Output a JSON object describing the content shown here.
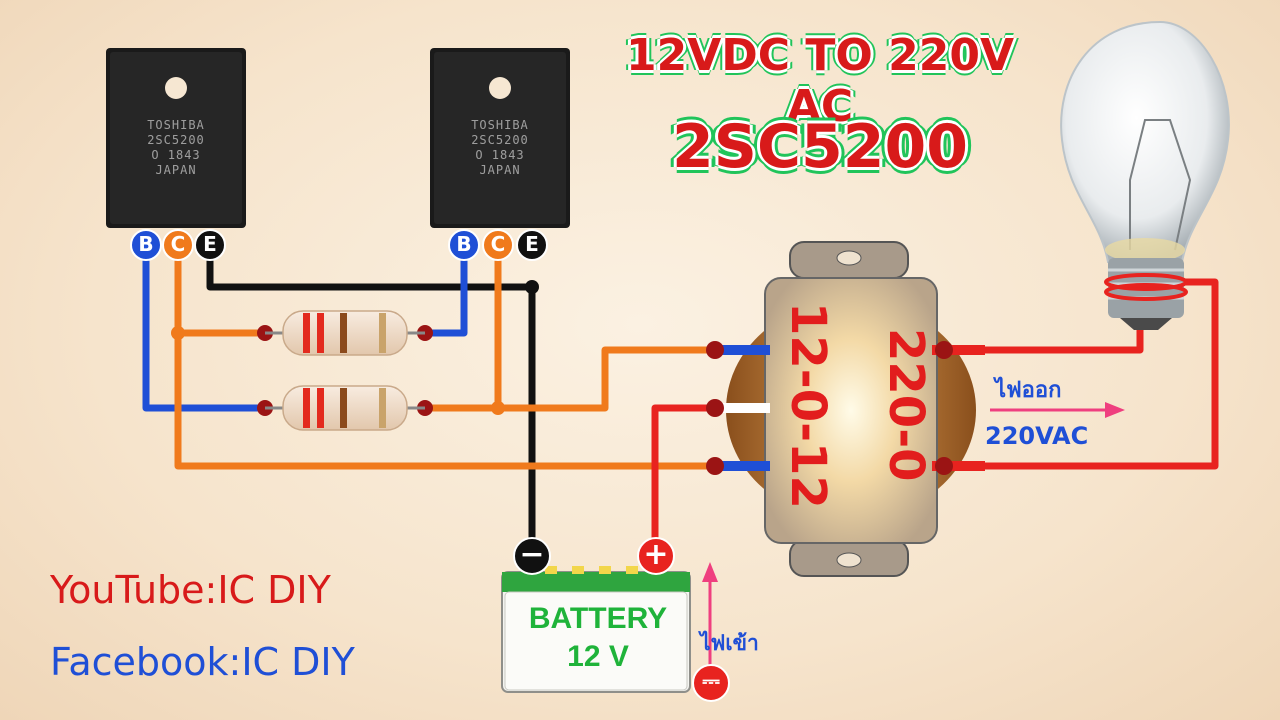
{
  "title": {
    "line1": "12VDC TO 220V AC",
    "line2": "2SC5200"
  },
  "credits": {
    "youtube": "YouTube:IC DIY",
    "facebook": "Facebook:IC DIY"
  },
  "transistors": [
    {
      "brand": "TOSHIBA",
      "part": "2SC5200",
      "code": "O 1843",
      "origin": "JAPAN"
    },
    {
      "brand": "TOSHIBA",
      "part": "2SC5200",
      "code": "O 1843",
      "origin": "JAPAN"
    }
  ],
  "pins": {
    "base": "B",
    "collector": "C",
    "emitter": "E"
  },
  "transformer": {
    "primary": "12-0-12",
    "secondary": "220-0"
  },
  "battery": {
    "label": "BATTERY",
    "voltage": "12 V",
    "negative": "−",
    "positive": "+"
  },
  "output": {
    "thai": "ไฟออก",
    "value": "220VAC"
  },
  "input": {
    "thai": "ไฟเข้า",
    "symbol": "⎓"
  },
  "colors": {
    "base_wire": "#1f4fd6",
    "collector_wire": "#f07a1c",
    "emitter_wire": "#111111",
    "power_wire": "#e8231f",
    "title_red": "#d81a1a",
    "title_outline": "#21c45a"
  }
}
